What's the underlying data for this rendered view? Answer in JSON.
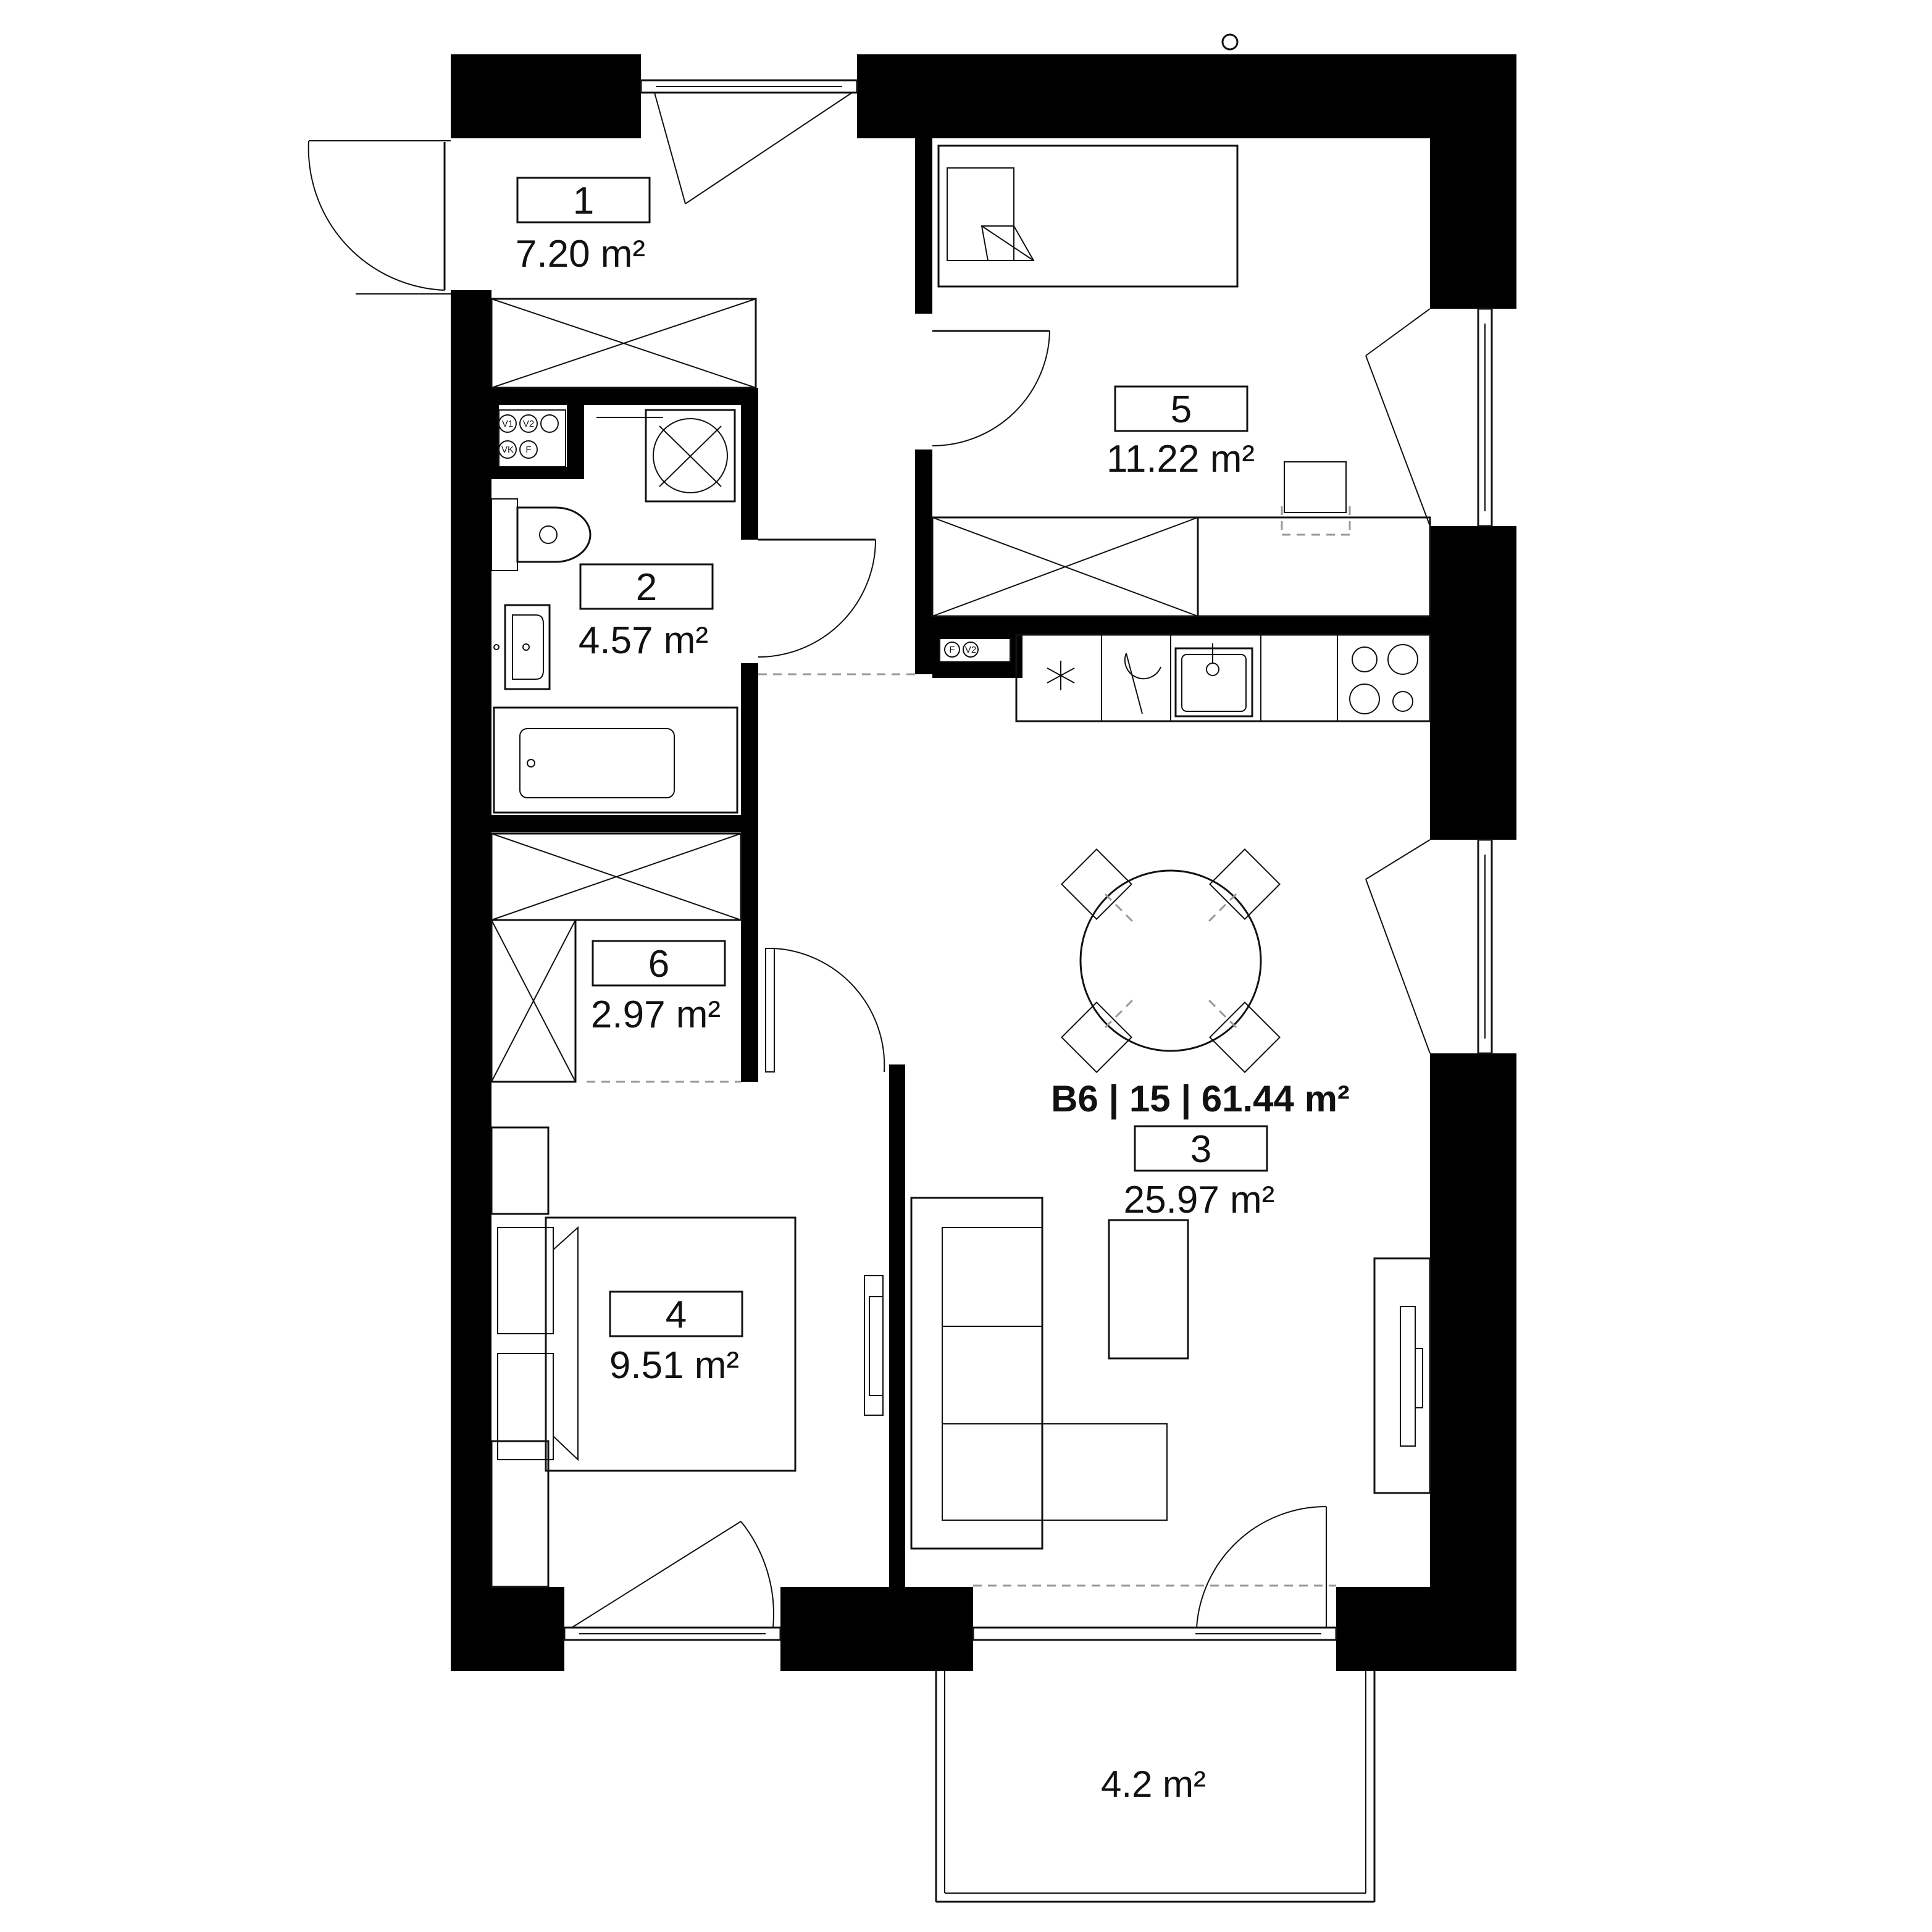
{
  "apartment": {
    "label": "B6 | 15 | 61.44 m²"
  },
  "rooms": [
    {
      "number": "1",
      "area": "7.20 m²"
    },
    {
      "number": "2",
      "area": "4.57 m²"
    },
    {
      "number": "3",
      "area": "25.97 m²"
    },
    {
      "number": "4",
      "area": "9.51 m²"
    },
    {
      "number": "5",
      "area": "11.22 m²"
    },
    {
      "number": "6",
      "area": "2.97 m²"
    }
  ],
  "balcony": {
    "area": "4.2 m²"
  },
  "utility_labels": {
    "v1": "V1",
    "v2": "V2",
    "vk": "VK",
    "f": "F",
    "f_kitchen": "F",
    "v2_kitchen": "V2"
  },
  "colors": {
    "wall": "#000000",
    "line": "#111111",
    "background": "#ffffff",
    "dashed_line": "#999999"
  }
}
